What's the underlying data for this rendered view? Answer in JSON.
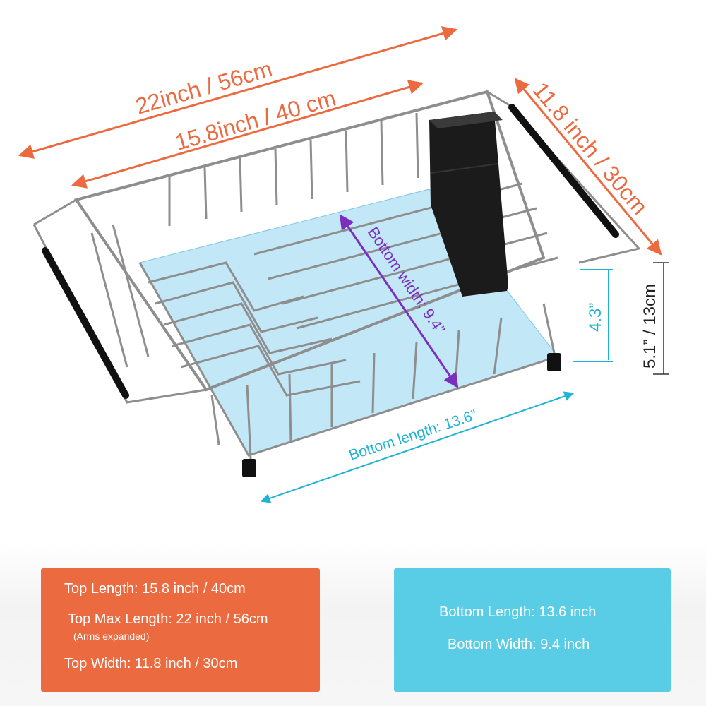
{
  "dimensions": {
    "top_max_length": "22inch / 56cm",
    "top_length": "15.8inch / 40 cm",
    "top_width": "11.8 inch / 30cm",
    "bottom_width": "Bottom width: 9.4”",
    "bottom_length": "Bottom length: 13.6”",
    "basket_height": "4.3”",
    "total_height": "5.1” / 13cm"
  },
  "spec_top": {
    "top_length": "Top Length: 15.8 inch / 40cm",
    "top_max_length": "Top Max Length:  22 inch / 56cm",
    "arms_note": "(Arms expanded)",
    "top_width": "Top Width: 11.8 inch / 30cm"
  },
  "spec_bottom": {
    "bottom_length": "Bottom Length: 13.6 inch",
    "bottom_width": "Bottom Width: 9.4 inch"
  },
  "colors": {
    "orange": "#ec6a40",
    "blue": "#5acde6",
    "purple": "#7a2fbf",
    "cyan": "#1fb3d6"
  },
  "icons": {
    "product": "dish-rack-illustration"
  }
}
